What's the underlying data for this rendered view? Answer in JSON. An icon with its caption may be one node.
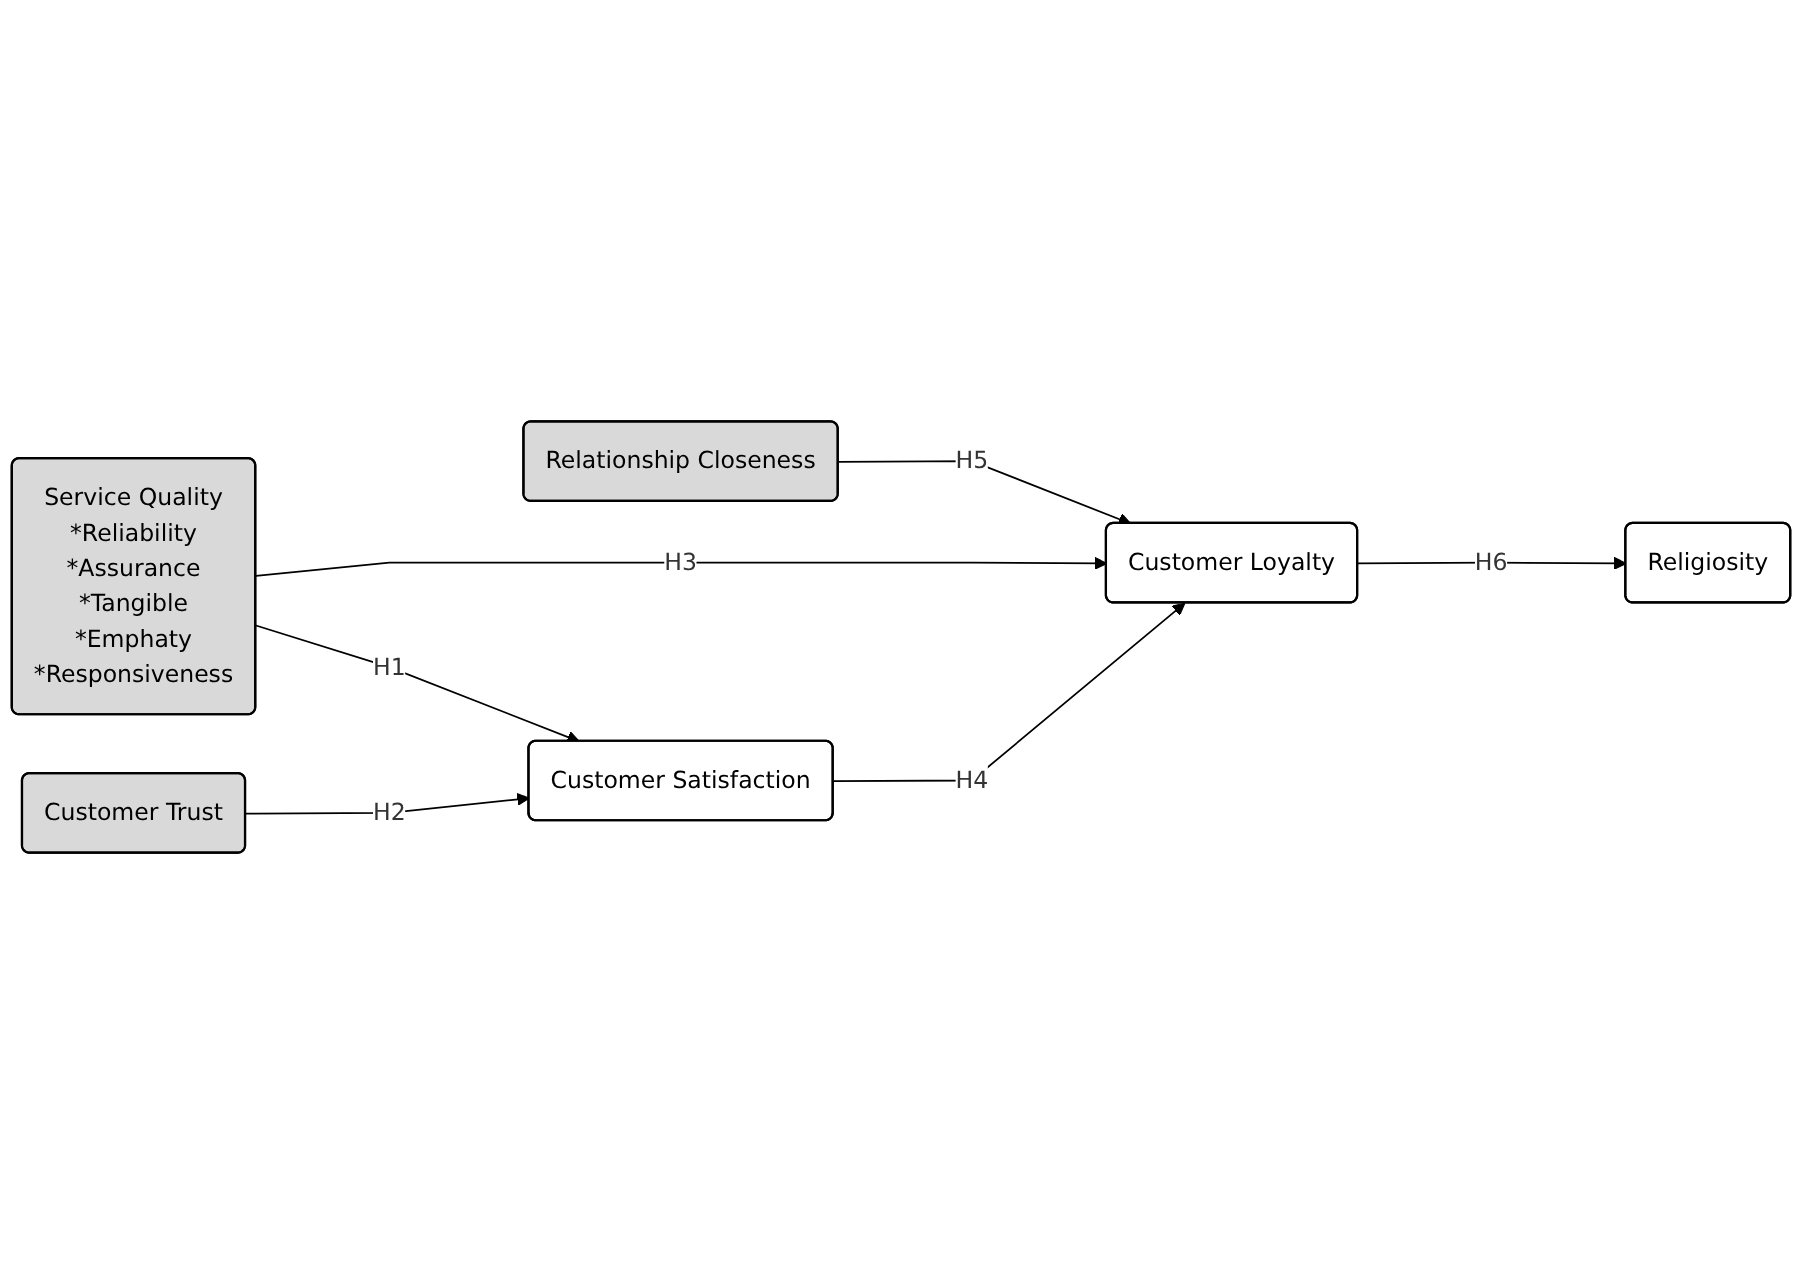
{
  "diagram": {
    "nodes": [
      {
        "text": [
          "Relationship Closeness"
        ]
      },
      {
        "text": [
          "Service Quality",
          "*Reliability",
          "*Assurance",
          "*Tangible",
          "*Emphaty",
          "*Responsiveness"
        ]
      },
      {
        "text": [
          "Customer Trust"
        ]
      },
      {
        "text": [
          "Customer Satisfaction"
        ]
      },
      {
        "text": [
          "Customer Loyalty"
        ]
      },
      {
        "text": [
          "Religiosity"
        ]
      }
    ],
    "edges": [
      {
        "from": 0,
        "to": 4,
        "arrow": "to",
        "label": "H5"
      },
      {
        "from": 1,
        "to": 3,
        "arrow": "to",
        "label": "H1"
      },
      {
        "from": 1,
        "to": 4,
        "arrow": "to",
        "label": "H3"
      },
      {
        "from": 2,
        "to": 3,
        "arrow": "to",
        "label": "H2"
      },
      {
        "from": 3,
        "to": 4,
        "arrow": "to",
        "label": "H4"
      },
      {
        "from": 4,
        "to": 5,
        "arrow": "to",
        "label": "H6"
      }
    ]
  }
}
